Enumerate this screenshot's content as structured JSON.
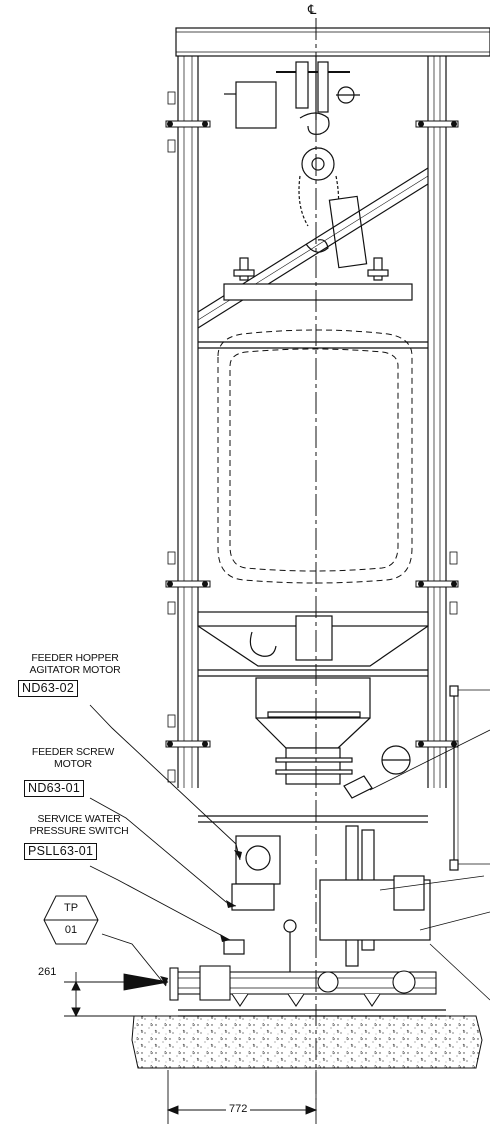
{
  "centerline_mark": "℄",
  "callouts": [
    {
      "id": "feeder-hopper-agitator-motor",
      "line1": "FEEDER HOPPER",
      "line2": "AGITATOR MOTOR",
      "tag": "ND63-02"
    },
    {
      "id": "feeder-screw-motor",
      "line1": "FEEDER SCREW",
      "line2": "MOTOR",
      "tag": "ND63-01"
    },
    {
      "id": "service-water-pressure-switch",
      "line1": "SERVICE WATER",
      "line2": "PRESSURE SWITCH",
      "tag": "PSLL63-01"
    }
  ],
  "test_point": {
    "top": "TP",
    "bottom": "01"
  },
  "dimensions": {
    "height": "261",
    "width": "772"
  }
}
